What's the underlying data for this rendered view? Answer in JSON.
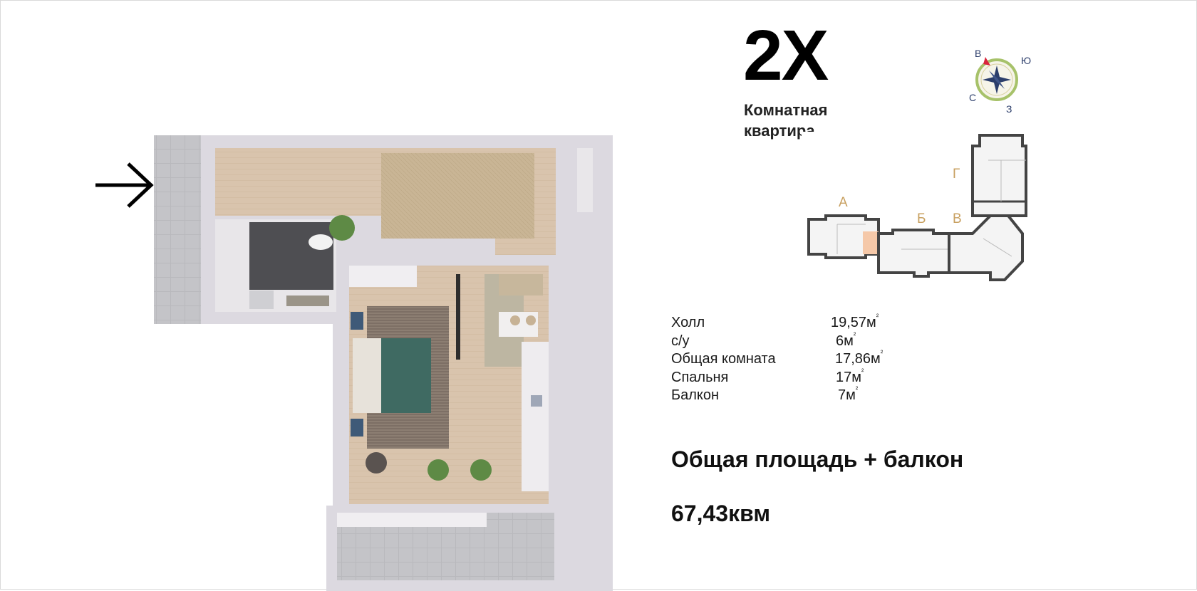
{
  "header": {
    "title": "2Х",
    "subtitle_line1": "Комнатная",
    "subtitle_line2": "квартира"
  },
  "compass": {
    "north": "В",
    "east": "Ю",
    "south": "З",
    "west": "С",
    "color": "#2c3e6b"
  },
  "building": {
    "sections": [
      "А",
      "Б",
      "В",
      "Г"
    ],
    "highlight_color": "#f5c8a8",
    "label_color": "#c8a060"
  },
  "rooms": [
    {
      "name": "Холл",
      "value": "19,57м",
      "unit_sup": "²"
    },
    {
      "name": "с/у",
      "value": "6м",
      "unit_sup": "²"
    },
    {
      "name": "Общая комната",
      "value": "17,86м",
      "unit_sup": "²"
    },
    {
      "name": "Спальня",
      "value": "17м",
      "unit_sup": "²"
    },
    {
      "name": "Балкон",
      "value": "7м",
      "unit_sup": "²"
    }
  ],
  "total": {
    "label": "Общая площадь  + балкон",
    "value": "67,43квм"
  }
}
